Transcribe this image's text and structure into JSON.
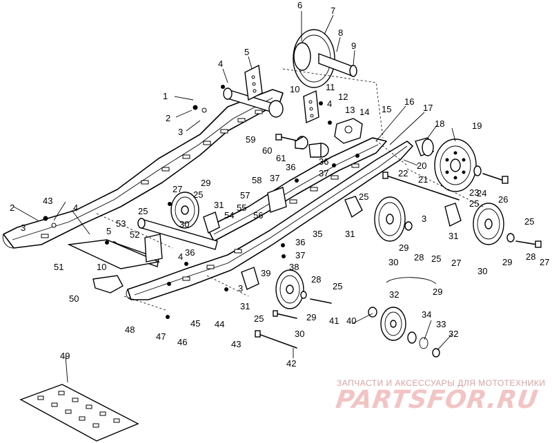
{
  "diagram": {
    "callouts": [
      "1",
      "2",
      "3",
      "4",
      "5",
      "6",
      "7",
      "8",
      "9",
      "10",
      "11",
      "12",
      "13",
      "14",
      "15",
      "16",
      "17",
      "18",
      "19",
      "20",
      "21",
      "22",
      "23",
      "24",
      "25",
      "26",
      "27",
      "28",
      "29",
      "30",
      "31",
      "32",
      "33",
      "34",
      "35",
      "36",
      "37",
      "38",
      "39",
      "40",
      "41",
      "42",
      "43",
      "44",
      "45",
      "46",
      "47",
      "48",
      "49",
      "50",
      "51",
      "52",
      "53",
      "54",
      "55",
      "56",
      "57",
      "58",
      "59",
      "60",
      "61"
    ]
  },
  "watermark": {
    "tagline": "ЗАПЧАСТИ И АКСЕССУАРЫ ДЛЯ МОТОТЕХНИКИ",
    "logo": "PARTSFOR.RU"
  }
}
